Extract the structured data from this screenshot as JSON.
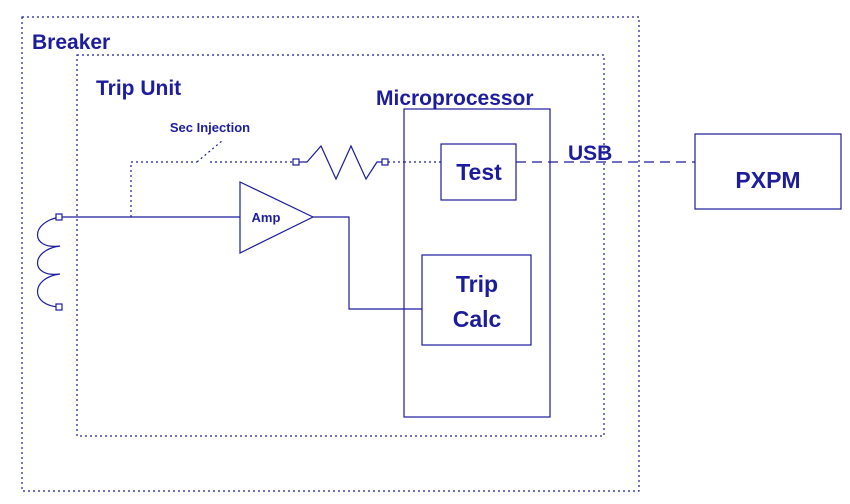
{
  "labels": {
    "breaker": "Breaker",
    "trip_unit": "Trip Unit",
    "microprocessor": "Microprocessor",
    "sec_injection": "Sec Injection",
    "usb": "USB",
    "test": "Test",
    "trip_calc_line1": "Trip",
    "trip_calc_line2": "Calc",
    "amp": "Amp",
    "pxpm": "PXPM"
  },
  "colors": {
    "ink": "#1c1c9c",
    "background": "#ffffff"
  }
}
